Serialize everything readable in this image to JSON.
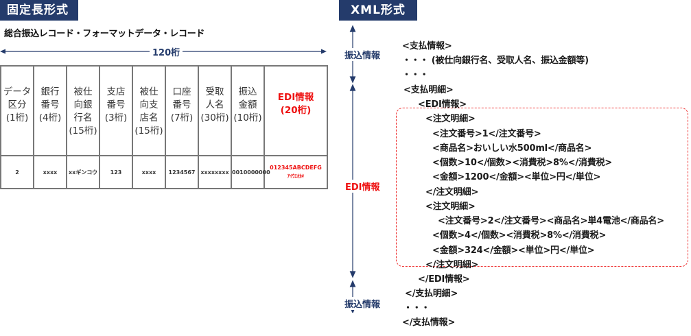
{
  "colors": {
    "navy": "#243b6b",
    "red": "#ee1111",
    "border": "#777777"
  },
  "fixed": {
    "badge": "固定長形式",
    "subtitle": "総合振込レコード・フォーマットデータ・レコード",
    "total_width_label": "120桁",
    "columns": [
      {
        "header": "データ\n区分\n(1桁)",
        "value": "2"
      },
      {
        "header": "銀行\n番号\n(4桁)",
        "value": "xxxx"
      },
      {
        "header": "被仕\n向銀\n行名\n(15桁)",
        "value": "xxギンコウ"
      },
      {
        "header": "支店\n番号\n(3桁)",
        "value": "123"
      },
      {
        "header": "被仕\n向支\n店名\n(15桁)",
        "value": "xxxx"
      },
      {
        "header": "口座\n番号\n(7桁)",
        "value": "1234567"
      },
      {
        "header": "受取\n人名\n(30桁)",
        "value": "xxxxxxxx"
      },
      {
        "header": "振込\n金額\n(10桁)",
        "value": "0010000000"
      },
      {
        "header": "EDI情報\n(20桁)",
        "value": "012345ABCDEFG",
        "value_sub": "ｱｲｳｴｵｶｷ",
        "highlight": true
      }
    ]
  },
  "xml": {
    "badge": "XML形式",
    "side_labels": {
      "transfer_top": "振込情報",
      "edi": "EDI情報",
      "transfer_bottom": "振込情報"
    },
    "lines": [
      "<支払情報>",
      "・・・ (被仕向銀行名、受取人名、振込金額等)",
      "・・・",
      "<支払明細>",
      "<EDI情報>",
      "<注文明細>",
      "<注文番号>1</注文番号>",
      "<商品名>おいしい水500ml</商品名>",
      "<個数>10</個数><消費税>8%</消費税>",
      "<金額>1200</金額><単位>円</単位>",
      "</注文明細>",
      "<注文明細>",
      "<注文番号>2</注文番号><商品名>単4電池</商品名>",
      "<個数>4</個数><消費税>8%</消費税>",
      "<金額>324</金額><単位>円</単位>",
      "</注文明細>",
      "</EDI情報>",
      "</支払明細>",
      "・・・",
      "</支払情報>"
    ]
  }
}
